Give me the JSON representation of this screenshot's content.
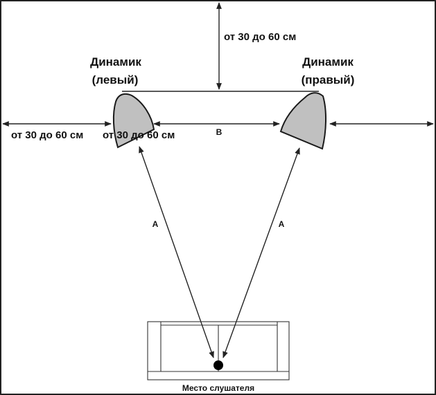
{
  "labels": {
    "left_speaker_line1": "Динамик",
    "left_speaker_line2": "(левый)",
    "right_speaker_line1": "Динамик",
    "right_speaker_line2": "(правый)",
    "top_distance": "от 30 до 60 см",
    "side_distance_left": "от 30 до 60 см",
    "side_distance_inner": "от 30 до 60 см",
    "distance_b": "B",
    "distance_a_left": "A",
    "distance_a_right": "A",
    "listener": "Место слушателя"
  },
  "colors": {
    "speaker_fill": "#c0c0c0",
    "line": "#222222",
    "listener_dot": "#000000"
  }
}
